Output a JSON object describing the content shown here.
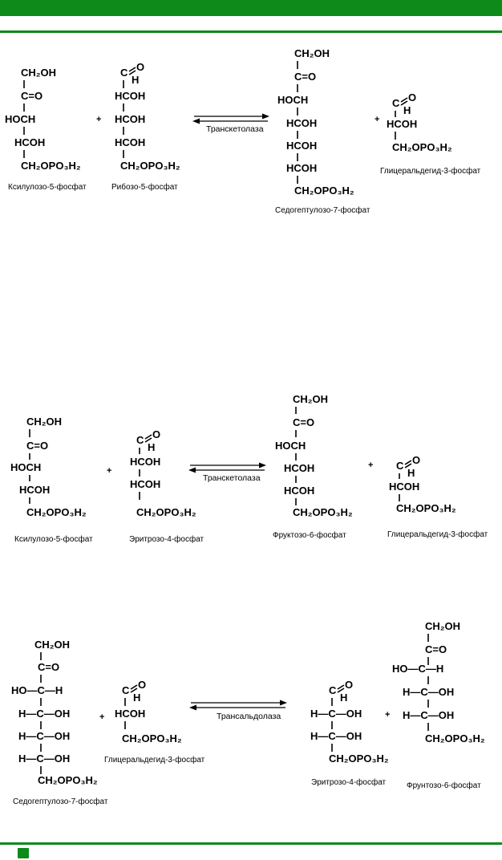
{
  "reactions": [
    {
      "enzyme": "Транскетолаза",
      "plus": "+",
      "substrates": [
        {
          "name": "Ксилулозо-5-фосфат",
          "rows": [
            "CH₂OH",
            "C=O",
            "HOCH",
            "HCOH",
            "CH₂OPO₃H₂"
          ]
        },
        {
          "name": "Рибозо-5-фосфат",
          "rows": [
            "H",
            "HCOH",
            "HCOH",
            "HCOH",
            "CH₂OPO₃H₂"
          ]
        }
      ],
      "products": [
        {
          "name": "Седогептулозо-7-фосфат",
          "rows": [
            "CH₂OH",
            "C=O",
            "HOCH",
            "HCOH",
            "HCOH",
            "HCOH",
            "CH₂OPO₃H₂"
          ]
        },
        {
          "name": "Глицеральдегид-3-фосфат",
          "rows": [
            "H",
            "HCOH",
            "CH₂OPO₃H₂"
          ]
        }
      ]
    },
    {
      "enzyme": "Транскетолаза",
      "plus": "+",
      "substrates": [
        {
          "name": "Ксилулозо-5-фосфат",
          "rows": [
            "CH₂OH",
            "C=O",
            "HOCH",
            "HCOH",
            "CH₂OPO₃H₂"
          ]
        },
        {
          "name": "Эритрозо-4-фосфат",
          "rows": [
            "H",
            "HCOH",
            "HCOH",
            "CH₂OPO₃H₂"
          ]
        }
      ],
      "products": [
        {
          "name": "Фруктозо-6-фосфат",
          "rows": [
            "CH₂OH",
            "C=O",
            "HOCH",
            "HCOH",
            "HCOH",
            "CH₂OPO₃H₂"
          ]
        },
        {
          "name": "Глицеральдегид-3-фосфат",
          "rows": [
            "H",
            "HCOH",
            "CH₂OPO₃H₂"
          ]
        }
      ]
    },
    {
      "enzyme": "Трансальдолаза",
      "plus": "+",
      "substrates": [
        {
          "name": "Седогептулозо-7-фосфат",
          "rows": [
            "CH₂OH",
            "C=O",
            "HO—C—H",
            "H—C—OH",
            "H—C—OH",
            "H—C—OH",
            "CH₂OPO₃H₂"
          ]
        },
        {
          "name": "Глицеральдегид-3-фосфат",
          "rows": [
            "H",
            "HCOH",
            "CH₂OPO₃H₂"
          ]
        }
      ],
      "products": [
        {
          "name": "Эритрозо-4-фосфат",
          "rows": [
            "H",
            "H—C—OH",
            "H—C—OH",
            "CH₂OPO₃H₂"
          ]
        },
        {
          "name": "Фрунтозо-6-фосфат",
          "rows": [
            "CH₂OH",
            "C=O",
            "HO—C—H",
            "H—C—OH",
            "H—C—OH",
            "CH₂OPO₃H₂"
          ]
        }
      ]
    }
  ],
  "footer": {
    "icon": "book-icon"
  }
}
